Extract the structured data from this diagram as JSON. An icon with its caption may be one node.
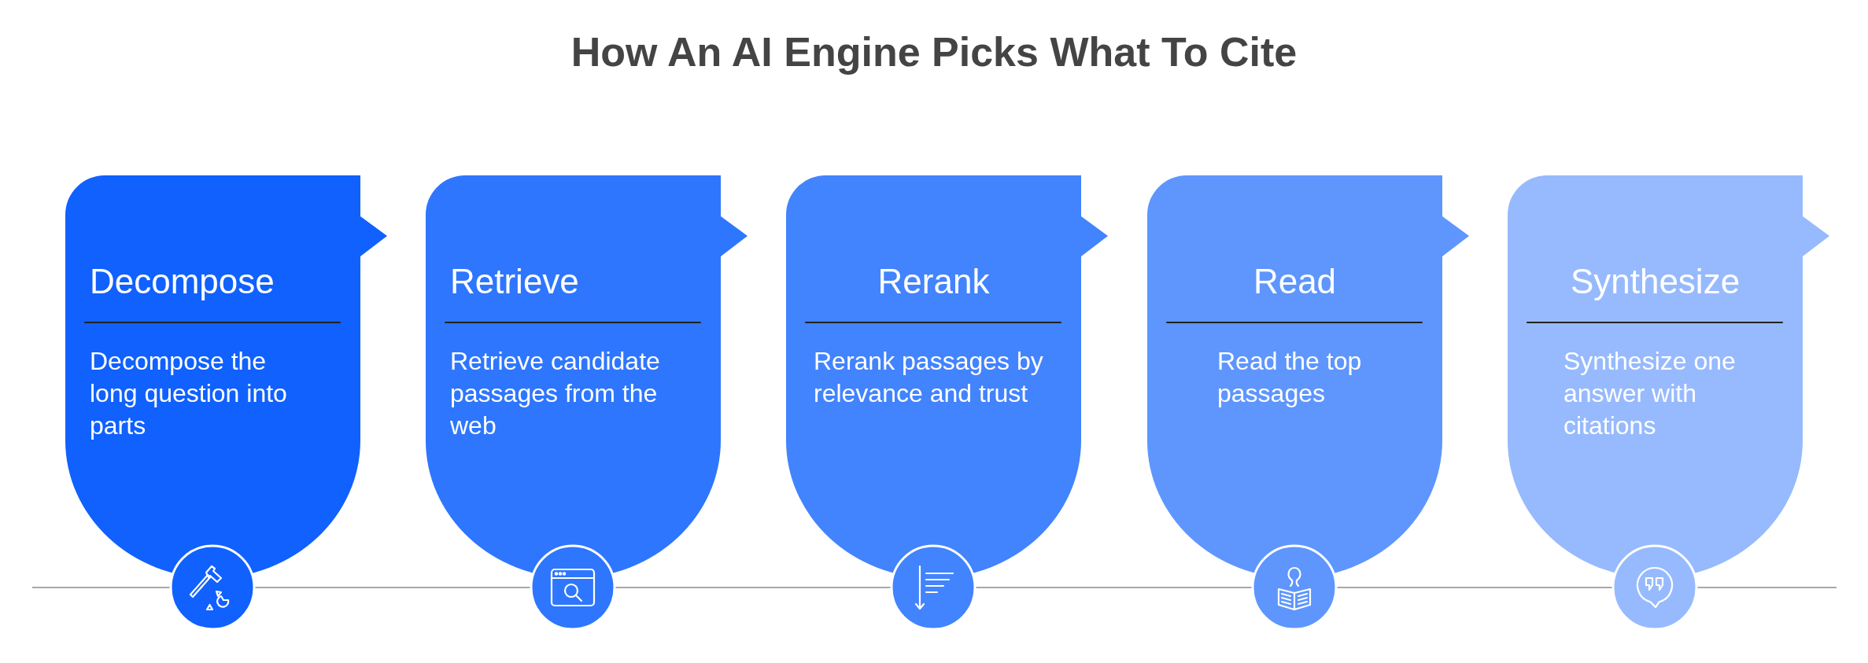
{
  "diagram": {
    "title": "How An AI Engine Picks What To Cite",
    "nodes": [
      {
        "text": [
          "Decompose",
          "Decompose the long question into parts"
        ]
      },
      {
        "text": [
          "Retrieve",
          "Retrieve candidate passages from the web"
        ]
      },
      {
        "text": [
          "Rerank",
          "Rerank passages by relevance and trust"
        ]
      },
      {
        "text": [
          "Read",
          "Read the top passages"
        ]
      },
      {
        "text": [
          "Synthesize",
          "Synthesize one answer with citations"
        ]
      }
    ]
  }
}
